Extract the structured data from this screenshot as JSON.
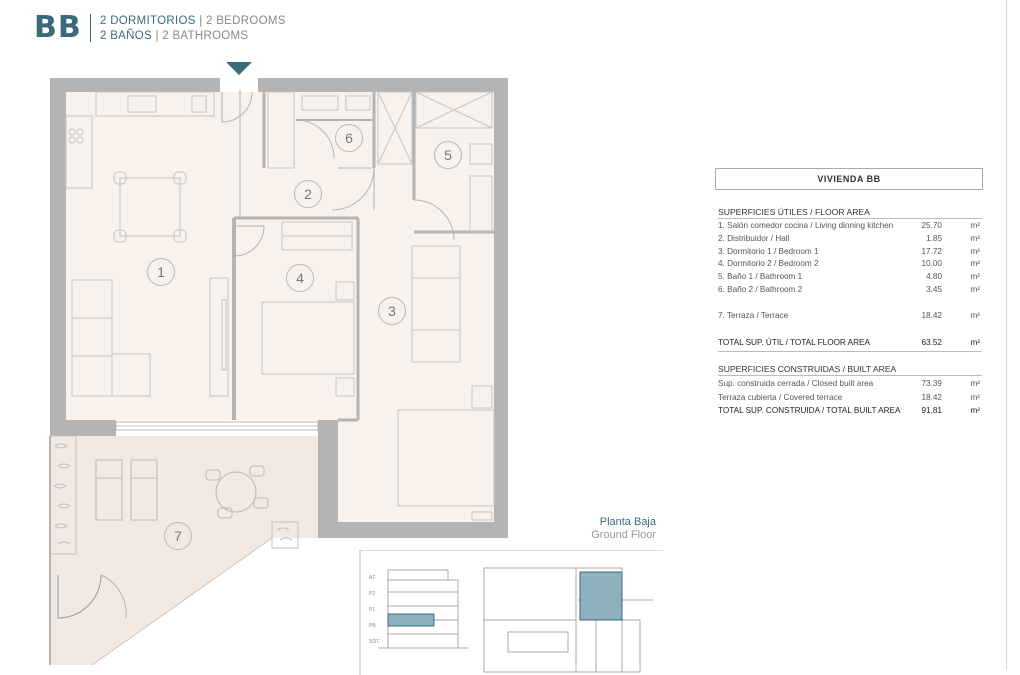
{
  "header": {
    "code": "BB",
    "bedrooms_es": "2 DORMITORIOS",
    "bedrooms_en": "2 BEDROOMS",
    "bathrooms_es": "2 BAÑOS",
    "bathrooms_en": "2 BATHROOMS",
    "separator": "|"
  },
  "rooms": [
    "1",
    "2",
    "3",
    "4",
    "5",
    "6",
    "7"
  ],
  "table": {
    "title": "VIVIENDA BB",
    "floor_section": "SUPERFICIES ÚTILES / FLOOR AREA",
    "floor_rows": [
      {
        "label": "1. Salón comedor cocina / Living dinning kitchen",
        "value": "25.70",
        "unit": "m²"
      },
      {
        "label": "2. Distribuidor / Hall",
        "value": "1.85",
        "unit": "m²"
      },
      {
        "label": "3. Dormitorio 1 / Bedroom 1",
        "value": "17.72",
        "unit": "m²"
      },
      {
        "label": "4. Dormitorio 2 / Bedroom 2",
        "value": "10.00",
        "unit": "m²"
      },
      {
        "label": "5. Baño 1 / Bathroom 1",
        "value": "4.80",
        "unit": "m²"
      },
      {
        "label": "6. Baño 2 / Bathroom 2",
        "value": "3.45",
        "unit": "m²"
      }
    ],
    "terrace_row": {
      "label": "7. Terraza / Terrace",
      "value": "18.42",
      "unit": "m²"
    },
    "total_floor": {
      "label": "TOTAL SUP. ÚTIL / TOTAL FLOOR AREA",
      "value": "63.52",
      "unit": "m²"
    },
    "built_section": "SUPERFICIES CONSTRUIDAS / BUILT AREA",
    "built_rows": [
      {
        "label": "Sup. construida cerrada / Closed built area",
        "value": "73.39",
        "unit": "m²"
      },
      {
        "label": "Terraza cubierta / Covered terrace",
        "value": "18.42",
        "unit": "m²"
      }
    ],
    "total_built": {
      "label": "TOTAL SUP. CONSTRUIDA / TOTAL BUILT AREA",
      "value": "91,81",
      "unit": "m²"
    }
  },
  "location": {
    "title": "Planta Baja",
    "subtitle": "Ground Floor",
    "levels": [
      "ÁT.",
      "P2",
      "P1",
      "PB",
      "SÓT."
    ]
  },
  "colors": {
    "accent": "#3b6b7b",
    "floor_fill": "#f8f1ec",
    "terrace_fill": "#f3e9e3",
    "wall": "#b4b4b4",
    "highlight": "#8fb0bd"
  }
}
